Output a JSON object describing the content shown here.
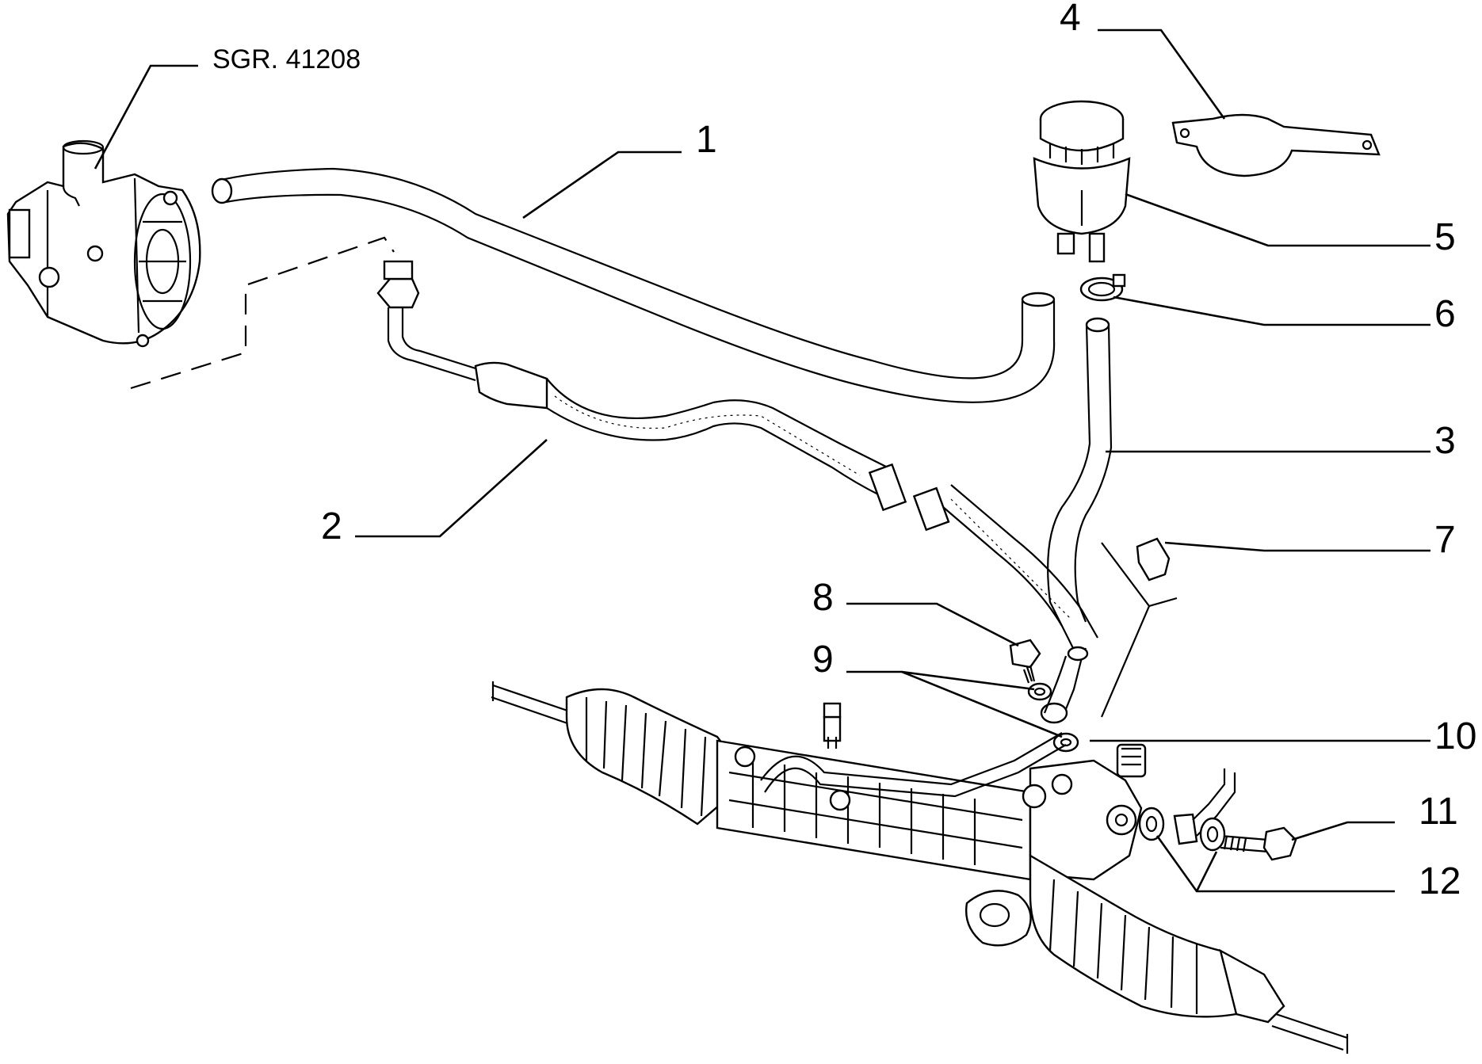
{
  "reference": {
    "label": "SGR. 41208"
  },
  "callouts": [
    {
      "id": "1",
      "label": "1"
    },
    {
      "id": "2",
      "label": "2"
    },
    {
      "id": "3",
      "label": "3"
    },
    {
      "id": "4",
      "label": "4"
    },
    {
      "id": "5",
      "label": "5"
    },
    {
      "id": "6",
      "label": "6"
    },
    {
      "id": "7",
      "label": "7"
    },
    {
      "id": "8",
      "label": "8"
    },
    {
      "id": "9",
      "label": "9"
    },
    {
      "id": "10",
      "label": "10"
    },
    {
      "id": "11",
      "label": "11"
    },
    {
      "id": "12",
      "label": "12"
    }
  ],
  "colors": {
    "ink": "#000000",
    "paper": "#ffffff"
  }
}
